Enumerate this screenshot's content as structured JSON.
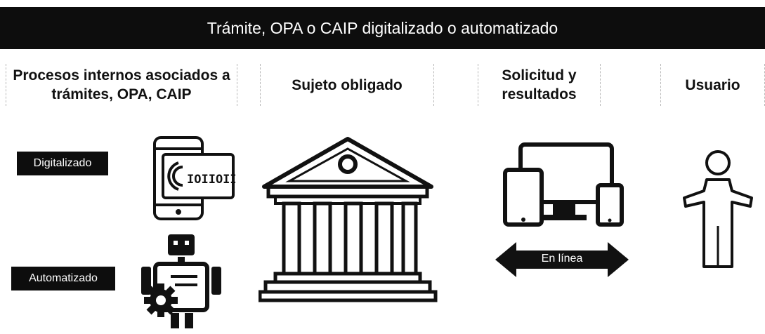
{
  "banner": {
    "title": "Trámite, OPA o CAIP digitalizado o automatizado"
  },
  "columns": [
    {
      "label": "Procesos internos asociados a\ntrámites, OPA, CAIP"
    },
    {
      "label": "Sujeto obligado"
    },
    {
      "label": "Solicitud y\nresultados"
    },
    {
      "label": "Usuario"
    }
  ],
  "rows": [
    {
      "label": "Digitalizado",
      "icon": "phone-binary-card-icon"
    },
    {
      "label": "Automatizado",
      "icon": "robot-gear-icon"
    }
  ],
  "icons": {
    "institution": "government-building-icon",
    "devices": "devices-icon",
    "user": "user-shrug-icon",
    "arrow": "double-arrow-icon"
  },
  "connection": {
    "label": "En línea"
  },
  "colors": {
    "banner": "#0d0d0d",
    "text": "#111111",
    "background": "#ffffff"
  }
}
